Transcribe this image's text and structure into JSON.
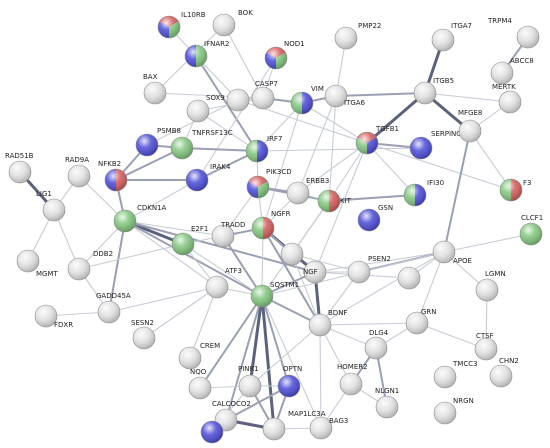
{
  "colors": {
    "gray": "#e2e2e2",
    "green": "#7fc47a",
    "blue": "#4a4ad6",
    "red": "#d45a5a",
    "edge_light": "#c7ccd6",
    "edge_mid": "#9aa0b4",
    "edge_dark": "#5c627e"
  },
  "nodes": [
    {
      "id": "IL10RB",
      "label": "IL10RB",
      "colors": [
        "red",
        "green",
        "blue"
      ]
    },
    {
      "id": "BOK",
      "label": "BOK",
      "colors": [
        "gray"
      ]
    },
    {
      "id": "IFNAR2",
      "label": "IFNAR2",
      "colors": [
        "green",
        "blue"
      ]
    },
    {
      "id": "NOD1",
      "label": "NOD1",
      "colors": [
        "red",
        "green",
        "blue"
      ]
    },
    {
      "id": "PMP22",
      "label": "PMP22",
      "colors": [
        "gray"
      ]
    },
    {
      "id": "ITGA7",
      "label": "ITGA7",
      "colors": [
        "gray"
      ]
    },
    {
      "id": "TRPM4",
      "label": "TRPM4",
      "colors": [
        "gray"
      ]
    },
    {
      "id": "ABCC8",
      "label": "ABCC8",
      "colors": [
        "gray"
      ]
    },
    {
      "id": "BAX",
      "label": "BAX",
      "colors": [
        "gray"
      ]
    },
    {
      "id": "CASP7",
      "label": "CASP7",
      "colors": [
        "gray"
      ]
    },
    {
      "id": "SOX9",
      "label": "SOX9",
      "colors": [
        "gray"
      ]
    },
    {
      "id": "VIM",
      "label": "VIM",
      "colors": [
        "blue",
        "green"
      ]
    },
    {
      "id": "ITGA6",
      "label": "ITGA6",
      "colors": [
        "gray"
      ]
    },
    {
      "id": "ITGB5",
      "label": "ITGB5",
      "colors": [
        "gray"
      ]
    },
    {
      "id": "MERTK",
      "label": "MERTK",
      "colors": [
        "gray"
      ]
    },
    {
      "id": "BLANK1",
      "label": "",
      "colors": [
        "gray"
      ]
    },
    {
      "id": "PSMB8",
      "label": "PSMB8",
      "colors": [
        "blue"
      ]
    },
    {
      "id": "TNFRSF13C",
      "label": "TNFRSF13C",
      "colors": [
        "green"
      ]
    },
    {
      "id": "IRF7",
      "label": "IRF7",
      "colors": [
        "blue",
        "green"
      ]
    },
    {
      "id": "TGFB1",
      "label": "TGFB1",
      "colors": [
        "red",
        "blue",
        "green"
      ]
    },
    {
      "id": "SERPING1",
      "label": "SERPING1",
      "colors": [
        "blue"
      ]
    },
    {
      "id": "MFGE8",
      "label": "MFGE8",
      "colors": [
        "gray"
      ]
    },
    {
      "id": "RAD51B",
      "label": "RAD51B",
      "colors": [
        "gray"
      ]
    },
    {
      "id": "RAD9A",
      "label": "RAD9A",
      "colors": [
        "gray"
      ]
    },
    {
      "id": "NFKB2",
      "label": "NFKB2",
      "colors": [
        "red",
        "blue"
      ]
    },
    {
      "id": "IRAK4",
      "label": "IRAK4",
      "colors": [
        "blue"
      ]
    },
    {
      "id": "PIK3CD",
      "label": "PIK3CD",
      "colors": [
        "red",
        "green",
        "blue"
      ]
    },
    {
      "id": "ERBB3",
      "label": "ERBB3",
      "colors": [
        "gray"
      ]
    },
    {
      "id": "KIT",
      "label": "KIT",
      "colors": [
        "red",
        "green"
      ]
    },
    {
      "id": "IFI30",
      "label": "IFI30",
      "colors": [
        "blue",
        "green"
      ]
    },
    {
      "id": "F3",
      "label": "F3",
      "colors": [
        "red",
        "green"
      ]
    },
    {
      "id": "LIG1",
      "label": "LIG1",
      "colors": [
        "gray"
      ]
    },
    {
      "id": "GSN",
      "label": "GSN",
      "colors": [
        "blue"
      ]
    },
    {
      "id": "CDKN1A",
      "label": "CDKN1A",
      "colors": [
        "green"
      ]
    },
    {
      "id": "TRADD",
      "label": "TRADD",
      "colors": [
        "gray"
      ]
    },
    {
      "id": "NGFR",
      "label": "NGFR",
      "colors": [
        "red",
        "green"
      ]
    },
    {
      "id": "E2F1",
      "label": "E2F1",
      "colors": [
        "green"
      ]
    },
    {
      "id": "BLANK2",
      "label": "",
      "colors": [
        "gray"
      ]
    },
    {
      "id": "MGMT",
      "label": "MGMT",
      "colors": [
        "gray"
      ]
    },
    {
      "id": "DDB2",
      "label": "DDB2",
      "colors": [
        "gray"
      ]
    },
    {
      "id": "NGF",
      "label": "NGF",
      "colors": [
        "gray"
      ]
    },
    {
      "id": "APOE",
      "label": "APOE",
      "colors": [
        "gray"
      ]
    },
    {
      "id": "CLCF1",
      "label": "CLCF1",
      "colors": [
        "green"
      ]
    },
    {
      "id": "BLANK3",
      "label": "",
      "colors": [
        "gray"
      ]
    },
    {
      "id": "PSEN2",
      "label": "PSEN2",
      "colors": [
        "gray"
      ]
    },
    {
      "id": "ATF3",
      "label": "ATF3",
      "colors": [
        "gray"
      ]
    },
    {
      "id": "SQSTM1",
      "label": "SQSTM1",
      "colors": [
        "green"
      ]
    },
    {
      "id": "LGMN",
      "label": "LGMN",
      "colors": [
        "gray"
      ]
    },
    {
      "id": "FDXR",
      "label": "FDXR",
      "colors": [
        "gray"
      ]
    },
    {
      "id": "GADD45A",
      "label": "GADD45A",
      "colors": [
        "gray"
      ]
    },
    {
      "id": "SESN2",
      "label": "SESN2",
      "colors": [
        "gray"
      ]
    },
    {
      "id": "BDNF",
      "label": "BDNF",
      "colors": [
        "gray"
      ]
    },
    {
      "id": "GRN",
      "label": "GRN",
      "colors": [
        "gray"
      ]
    },
    {
      "id": "CTSF",
      "label": "CTSF",
      "colors": [
        "gray"
      ]
    },
    {
      "id": "CREM",
      "label": "CREM",
      "colors": [
        "gray"
      ]
    },
    {
      "id": "DLG4",
      "label": "DLG4",
      "colors": [
        "gray"
      ]
    },
    {
      "id": "HOMER2",
      "label": "HOMER2",
      "colors": [
        "gray"
      ]
    },
    {
      "id": "TMCC3",
      "label": "TMCC3",
      "colors": [
        "gray"
      ]
    },
    {
      "id": "CHN2",
      "label": "CHN2",
      "colors": [
        "gray"
      ]
    },
    {
      "id": "NQO",
      "label": "NQO",
      "colors": [
        "gray"
      ]
    },
    {
      "id": "PINK1",
      "label": "PINK1",
      "colors": [
        "gray"
      ]
    },
    {
      "id": "OPTN",
      "label": "OPTN",
      "colors": [
        "blue"
      ]
    },
    {
      "id": "NLGN1",
      "label": "NLGN1",
      "colors": [
        "gray"
      ]
    },
    {
      "id": "NRGN",
      "label": "NRGN",
      "colors": [
        "gray"
      ]
    },
    {
      "id": "CALCOCO2",
      "label": "CALCOCO2",
      "colors": [
        "gray"
      ]
    },
    {
      "id": "MAP1LC3A",
      "label": "MAP1LC3A",
      "colors": [
        "gray"
      ]
    },
    {
      "id": "BAG3",
      "label": "BAG3",
      "colors": [
        "gray"
      ]
    },
    {
      "id": "BLANK4",
      "label": "",
      "colors": [
        "blue"
      ]
    }
  ],
  "edges": [
    [
      "IL10RB",
      "IFNAR2",
      1
    ],
    [
      "BOK",
      "BAX",
      1
    ],
    [
      "BOK",
      "CASP7",
      1
    ],
    [
      "IFNAR2",
      "IRF7",
      2
    ],
    [
      "IFNAR2",
      "SOX9",
      1
    ],
    [
      "NOD1",
      "IRAK4",
      1
    ],
    [
      "NOD1",
      "CASP7",
      1
    ],
    [
      "PMP22",
      "ITGA6",
      1
    ],
    [
      "ITGA7",
      "ITGB5",
      3
    ],
    [
      "TRPM4",
      "ABCC8",
      2
    ],
    [
      "BAX",
      "CASP7",
      1
    ],
    [
      "CASP7",
      "VIM",
      2
    ],
    [
      "CASP7",
      "SOX9",
      1
    ],
    [
      "CASP7",
      "BLANK1",
      1
    ],
    [
      "SOX9",
      "TGFB1",
      1
    ],
    [
      "SOX9",
      "PSMB8",
      1
    ],
    [
      "VIM",
      "ITGA6",
      2
    ],
    [
      "VIM",
      "TGFB1",
      1
    ],
    [
      "VIM",
      "NGFR",
      1
    ],
    [
      "VIM",
      "IRF7",
      1
    ],
    [
      "ITGA6",
      "ITGB5",
      2
    ],
    [
      "ITGA6",
      "KIT",
      1
    ],
    [
      "ITGA6",
      "ERBB3",
      1
    ],
    [
      "ITGB5",
      "TGFB1",
      3
    ],
    [
      "ITGB5",
      "MFGE8",
      3
    ],
    [
      "ITGB5",
      "MERTK",
      1
    ],
    [
      "MERTK",
      "MFGE8",
      1
    ],
    [
      "BLANK1",
      "TNFRSF13C",
      1
    ],
    [
      "BLANK1",
      "IRF7",
      1
    ],
    [
      "PSMB8",
      "TNFRSF13C",
      2
    ],
    [
      "PSMB8",
      "NFKB2",
      2
    ],
    [
      "TNFRSF13C",
      "IRF7",
      2
    ],
    [
      "TNFRSF13C",
      "NFKB2",
      2
    ],
    [
      "IRF7",
      "IRAK4",
      2
    ],
    [
      "IRF7",
      "PIK3CD",
      1
    ],
    [
      "IRF7",
      "SERPING1",
      1
    ],
    [
      "TGFB1",
      "SERPING1",
      2
    ],
    [
      "TGFB1",
      "IFI30",
      1
    ],
    [
      "TGFB1",
      "F3",
      1
    ],
    [
      "TGFB1",
      "KIT",
      1
    ],
    [
      "TGFB1",
      "NGF",
      1
    ],
    [
      "TGFB1",
      "ERBB3",
      1
    ],
    [
      "MFGE8",
      "APOE",
      2
    ],
    [
      "MFGE8",
      "F3",
      1
    ],
    [
      "RAD51B",
      "LIG1",
      3
    ],
    [
      "RAD9A",
      "LIG1",
      1
    ],
    [
      "RAD9A",
      "CDKN1A",
      1
    ],
    [
      "NFKB2",
      "CDKN1A",
      2
    ],
    [
      "NFKB2",
      "IRAK4",
      2
    ],
    [
      "IRAK4",
      "CDKN1A",
      1
    ],
    [
      "PIK3CD",
      "ERBB3",
      2
    ],
    [
      "PIK3CD",
      "KIT",
      2
    ],
    [
      "PIK3CD",
      "NGFR",
      1
    ],
    [
      "PIK3CD",
      "TRADD",
      1
    ],
    [
      "ERBB3",
      "KIT",
      1
    ],
    [
      "ERBB3",
      "NGFR",
      1
    ],
    [
      "KIT",
      "BLANK2",
      1
    ],
    [
      "KIT",
      "SQSTM1",
      1
    ],
    [
      "IFI30",
      "KIT",
      2
    ],
    [
      "LIG1",
      "MGMT",
      1
    ],
    [
      "LIG1",
      "DDB2",
      1
    ],
    [
      "CDKN1A",
      "E2F1",
      3
    ],
    [
      "CDKN1A",
      "TRADD",
      1
    ],
    [
      "CDKN1A",
      "GADD45A",
      2
    ],
    [
      "CDKN1A",
      "DDB2",
      1
    ],
    [
      "CDKN1A",
      "NGF",
      2
    ],
    [
      "CDKN1A",
      "SQSTM1",
      2
    ],
    [
      "CDKN1A",
      "ATF3",
      1
    ],
    [
      "TRADD",
      "E2F1",
      1
    ],
    [
      "TRADD",
      "NGFR",
      2
    ],
    [
      "TRADD",
      "SQSTM1",
      1
    ],
    [
      "NGFR",
      "NGF",
      3
    ],
    [
      "NGFR",
      "BLANK2",
      2
    ],
    [
      "NGFR",
      "BDNF",
      2
    ],
    [
      "NGFR",
      "SQSTM1",
      1
    ],
    [
      "NGF",
      "BDNF",
      3
    ],
    [
      "NGF",
      "APOE",
      1
    ],
    [
      "NGF",
      "PSEN2",
      1
    ],
    [
      "NGF",
      "BLANK3",
      1
    ],
    [
      "BLANK2",
      "PSEN2",
      1
    ],
    [
      "BLANK2",
      "BDNF",
      1
    ],
    [
      "APOE",
      "PSEN2",
      2
    ],
    [
      "APOE",
      "BLANK3",
      1
    ],
    [
      "APOE",
      "GRN",
      1
    ],
    [
      "APOE",
      "LGMN",
      1
    ],
    [
      "APOE",
      "BDNF",
      1
    ],
    [
      "APOE",
      "CLCF1",
      1
    ],
    [
      "APOE",
      "SQSTM1",
      1
    ],
    [
      "PSEN2",
      "BDNF",
      1
    ],
    [
      "SQSTM1",
      "ATF3",
      1
    ],
    [
      "SQSTM1",
      "BDNF",
      2
    ],
    [
      "SQSTM1",
      "PINK1",
      3
    ],
    [
      "SQSTM1",
      "OPTN",
      2
    ],
    [
      "SQSTM1",
      "CALCOCO2",
      2
    ],
    [
      "SQSTM1",
      "MAP1LC3A",
      3
    ],
    [
      "SQSTM1",
      "NQO",
      2
    ],
    [
      "SQSTM1",
      "BAG3",
      1
    ],
    [
      "SQSTM1",
      "NGF",
      2
    ],
    [
      "ATF3",
      "GADD45A",
      1
    ],
    [
      "ATF3",
      "SESN2",
      1
    ],
    [
      "ATF3",
      "CREM",
      1
    ],
    [
      "GADD45A",
      "FDXR",
      1
    ],
    [
      "GADD45A",
      "DDB2",
      1
    ],
    [
      "BDNF",
      "GRN",
      1
    ],
    [
      "BDNF",
      "DLG4",
      1
    ],
    [
      "BDNF",
      "HOMER2",
      1
    ],
    [
      "BDNF",
      "PINK1",
      1
    ],
    [
      "BDNF",
      "BAG3",
      1
    ],
    [
      "GRN",
      "CTSF",
      1
    ],
    [
      "GRN",
      "DLG4",
      1
    ],
    [
      "LGMN",
      "CTSF",
      1
    ],
    [
      "DLG4",
      "HOMER2",
      2
    ],
    [
      "DLG4",
      "NLGN1",
      2
    ],
    [
      "HOMER2",
      "NLGN1",
      1
    ],
    [
      "HOMER2",
      "BAG3",
      1
    ],
    [
      "OPTN",
      "CALCOCO2",
      2
    ],
    [
      "OPTN",
      "MAP1LC3A",
      2
    ],
    [
      "OPTN",
      "PINK1",
      1
    ],
    [
      "PINK1",
      "MAP1LC3A",
      2
    ],
    [
      "CALCOCO2",
      "MAP1LC3A",
      3
    ],
    [
      "CALCOCO2",
      "BLANK4",
      1
    ],
    [
      "BLANK4",
      "PINK1",
      1
    ],
    [
      "MAP1LC3A",
      "BAG3",
      1
    ],
    [
      "NQO",
      "PINK1",
      1
    ],
    [
      "TRADD",
      "SQSTM1",
      2
    ],
    [
      "E2F1",
      "SQSTM1",
      1
    ],
    [
      "DDB2",
      "E2F1",
      1
    ],
    [
      "E2F1",
      "ATF3",
      1
    ]
  ]
}
